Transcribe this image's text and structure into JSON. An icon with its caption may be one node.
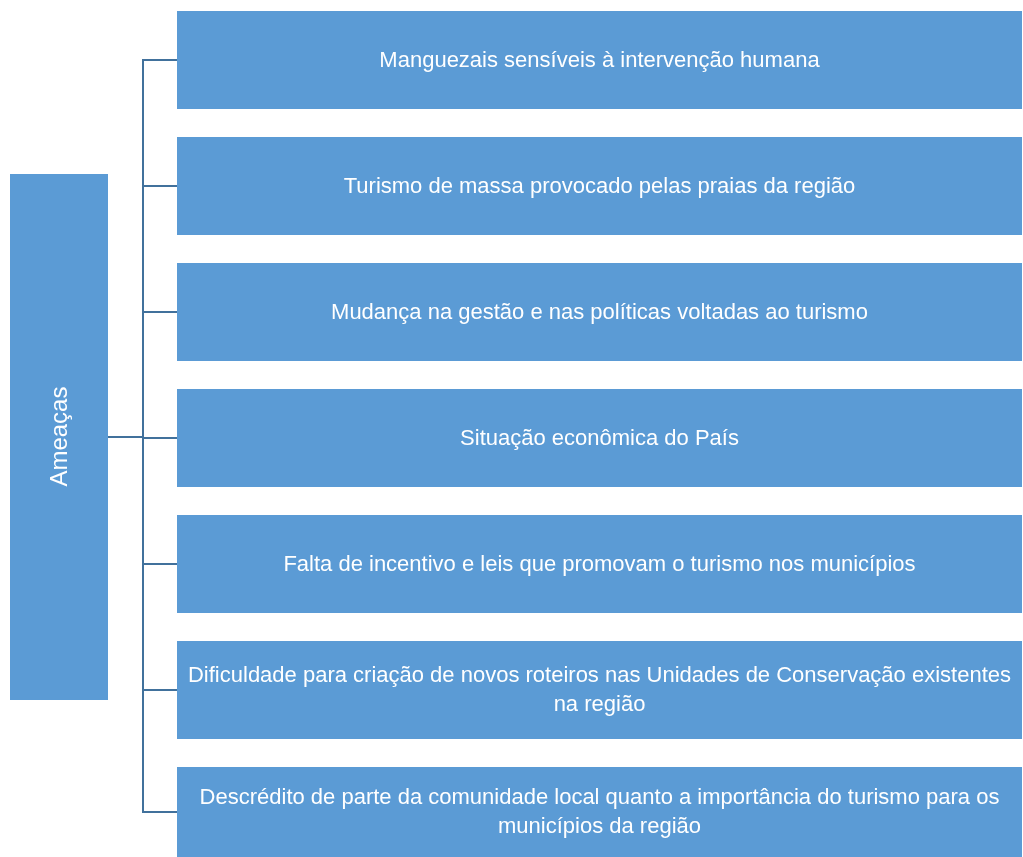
{
  "diagram": {
    "nodes": [
      {
        "text": [
          "Ameaças"
        ]
      },
      {
        "text": [
          "Manguezais sensíveis à intervenção humana"
        ]
      },
      {
        "text": [
          "Turismo de massa provocado pelas praias da região"
        ]
      },
      {
        "text": [
          "Mudança na gestão e nas políticas voltadas ao turismo"
        ]
      },
      {
        "text": [
          "Situação econômica do País"
        ]
      },
      {
        "text": [
          "Falta de incentivo e leis que promovam o turismo nos municípios"
        ]
      },
      {
        "text": [
          "Dificuldade para criação de novos roteiros nas Unidades de Conservação existentes na região"
        ]
      },
      {
        "text": [
          "Descrédito de parte da comunidade local quanto a importância do turismo para os municípios da região"
        ]
      }
    ],
    "edges": [
      {
        "from": 0,
        "to": 1,
        "arrow": "none"
      },
      {
        "from": 0,
        "to": 2,
        "arrow": "none"
      },
      {
        "from": 0,
        "to": 3,
        "arrow": "none"
      },
      {
        "from": 0,
        "to": 4,
        "arrow": "none"
      },
      {
        "from": 0,
        "to": 5,
        "arrow": "none"
      },
      {
        "from": 0,
        "to": 6,
        "arrow": "none"
      },
      {
        "from": 0,
        "to": 7,
        "arrow": "none"
      }
    ]
  }
}
